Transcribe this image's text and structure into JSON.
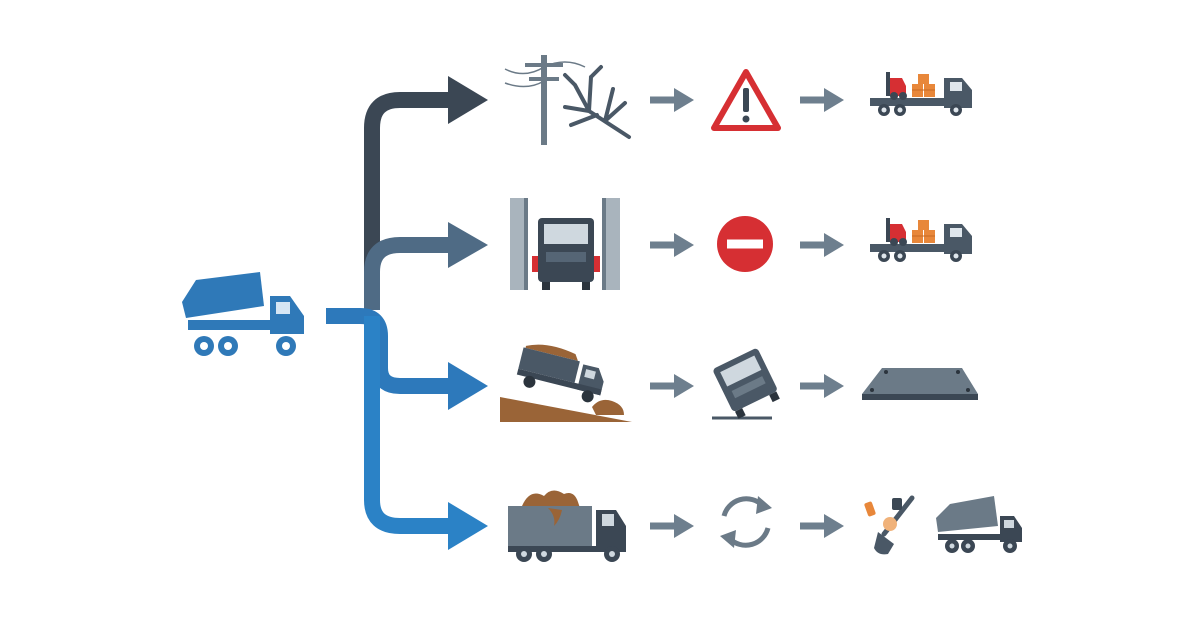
{
  "diagram": {
    "source": {
      "icon": "dump-truck-icon",
      "color": "#2f79b8"
    },
    "colors": {
      "dark": "#3b4754",
      "slate": "#4f6b85",
      "blue": "#2d79bb",
      "blue_bright": "#2b82c6",
      "arrow_gray": "#6e7f8e",
      "red": "#d62f33",
      "soil": "#9a6437",
      "orange": "#e8873a"
    },
    "rows": [
      {
        "branch_color": "dark",
        "steps": [
          "power-line-and-fallen-tree-icon",
          "warning-triangle-icon",
          "flatbed-truck-with-forklift-icon"
        ]
      },
      {
        "branch_color": "slate",
        "steps": [
          "truck-in-narrow-passage-icon",
          "no-entry-sign-icon",
          "flatbed-truck-with-forklift-icon"
        ]
      },
      {
        "branch_color": "blue",
        "steps": [
          "truck-on-muddy-slope-icon",
          "tipped-truck-icon",
          "ground-plate-icon"
        ]
      },
      {
        "branch_color": "blue_bright",
        "steps": [
          "loaded-dump-truck-icon",
          "refresh-cycle-icon",
          "shovel-and-dump-truck-icon"
        ]
      }
    ]
  }
}
